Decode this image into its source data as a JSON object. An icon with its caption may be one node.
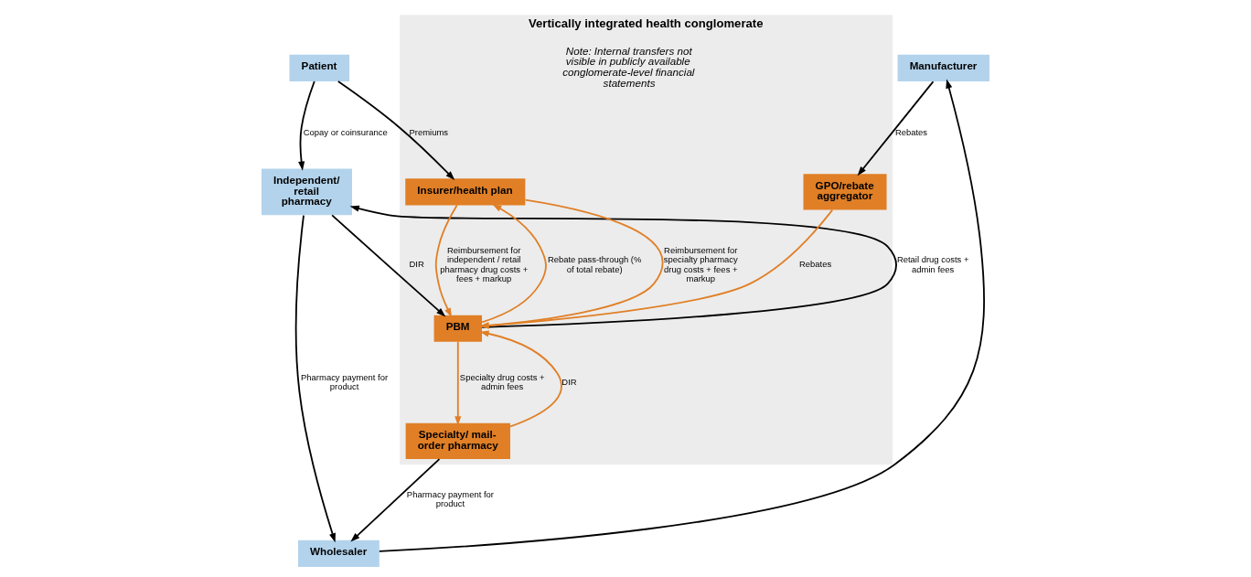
{
  "diagram": {
    "nodes": [
      {
        "text": [
          "Vertically integrated health conglomerate"
        ]
      },
      {
        "text": [
          "Insurer/health plan"
        ],
        "in": 0
      },
      {
        "text": [
          "GPO/rebate aggregator"
        ],
        "in": 0
      },
      {
        "text": [
          "PBM"
        ],
        "in": 0
      },
      {
        "text": [
          "Specialty/ mail-order pharmacy"
        ],
        "in": 0
      },
      {
        "text": [
          "Patient"
        ]
      },
      {
        "text": [
          "Independent/ retail pharmacy"
        ]
      },
      {
        "text": [
          "Manufacturer"
        ]
      },
      {
        "text": [
          "Wholesaler"
        ]
      }
    ],
    "edges": [
      {
        "from": 5,
        "to": 1,
        "arrow": "to",
        "label": "Premiums"
      },
      {
        "from": 5,
        "to": 6,
        "arrow": "to",
        "label": "Copay or coinsurance"
      },
      {
        "from": 6,
        "to": 3,
        "arrow": "to",
        "label": "DIR"
      },
      {
        "from": 3,
        "to": 6,
        "arrow": "to",
        "label": "Retail drug costs + admin fees"
      },
      {
        "from": 7,
        "to": 2,
        "arrow": "to",
        "label": "Rebates"
      },
      {
        "from": 2,
        "to": 3,
        "arrow": "to",
        "label": "Rebates",
        "color": "#e07f26"
      },
      {
        "from": 3,
        "to": 1,
        "arrow": "to",
        "label": "Rebate pass-through (% of total rebate)",
        "color": "#e07f26"
      },
      {
        "from": 1,
        "to": 3,
        "arrow": "to",
        "label": "Reimbursement for specialty pharmacy drug costs + fees + markup",
        "color": "#e07f26"
      },
      {
        "from": 1,
        "to": 3,
        "arrow": "to",
        "label": "Reimbursement for independent / retail pharmacy drug costs + fees + markup",
        "color": "#e07f26"
      },
      {
        "from": 3,
        "to": 4,
        "arrow": "to",
        "label": "Specialty drug costs + admin fees",
        "color": "#e07f26"
      },
      {
        "from": 4,
        "to": 3,
        "arrow": "to",
        "label": "DIR",
        "color": "#e07f26"
      },
      {
        "from": 6,
        "to": 8,
        "arrow": "to",
        "label": "Pharmacy payment for product"
      },
      {
        "from": 4,
        "to": 8,
        "arrow": "to",
        "label": "Pharmacy payment for product"
      },
      {
        "from": 8,
        "to": 7,
        "arrow": "to"
      }
    ],
    "labels": [
      "Note: Internal transfers not visible in publicly available conglomerate-level financial statements"
    ]
  }
}
